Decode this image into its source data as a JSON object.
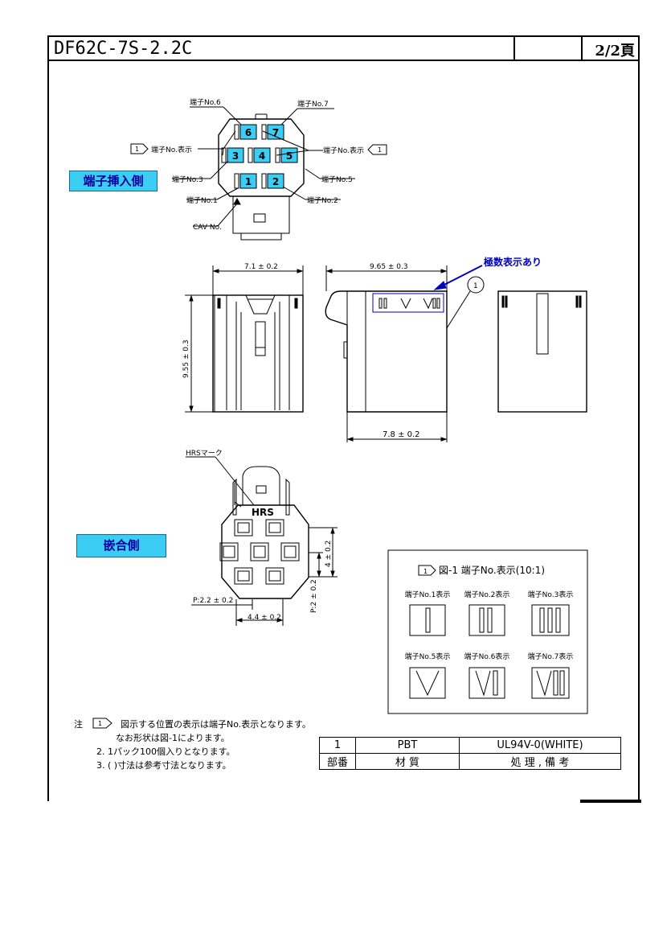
{
  "header": {
    "part_number": "DF62C-7S-2.2C",
    "page": "2/2頁"
  },
  "labels": {
    "insertion_side": "端子挿入側",
    "mating_side": "嵌合側",
    "polarity_mark": "極数表示あり"
  },
  "top_view": {
    "terminal_no6": "端子No.6",
    "terminal_no7": "端子No.7",
    "terminal_no_display_left": "端子No.表示",
    "terminal_no_display_right": "端子No.表示",
    "terminal_no3": "端子No.3",
    "terminal_no5": "端子No.5",
    "terminal_no1": "端子No.1",
    "terminal_no2": "端子No.2",
    "cav_no": "CAV No.",
    "marker": "1",
    "cells": [
      "6",
      "7",
      "3",
      "4",
      "5",
      "1",
      "2"
    ]
  },
  "side_views": {
    "dim_width": "7.1 ± 0.2",
    "dim_depth": "9.65 ± 0.3",
    "dim_height": "9.55 ± 0.3",
    "dim_bottom": "7.8 ± 0.2",
    "balloon": "1"
  },
  "mating_view": {
    "hrs_mark": "HRSマーク",
    "hrs_logo": "HRS",
    "dim_4": "4 ± 0.2",
    "dim_p2v": "P:2 ± 0.2",
    "dim_p22": "P:2.2 ± 0.2",
    "dim_44": "4.4 ± 0.2"
  },
  "figure1": {
    "marker": "1",
    "title": "図-1  端子No.表示(10:1)",
    "items": [
      {
        "label": "端子No.1表示"
      },
      {
        "label": "端子No.2表示"
      },
      {
        "label": "端子No.3表示"
      },
      {
        "label": "端子No.5表示"
      },
      {
        "label": "端子No.6表示"
      },
      {
        "label": "端子No.7表示"
      }
    ]
  },
  "notes": {
    "prefix": "注",
    "marker": "1",
    "line1": "図示する位置の表示は端子No.表示となります。",
    "line1b": "なお形状は図-1によります。",
    "line2": "2.  1パック100個入りとなります。",
    "line3": "3.  (  )寸法は参考寸法となります。"
  },
  "materials": {
    "row": [
      "1",
      "PBT",
      "UL94V-0(WHITE)"
    ],
    "header": [
      "部番",
      "材    質",
      "処   理 ,   備   考"
    ]
  }
}
